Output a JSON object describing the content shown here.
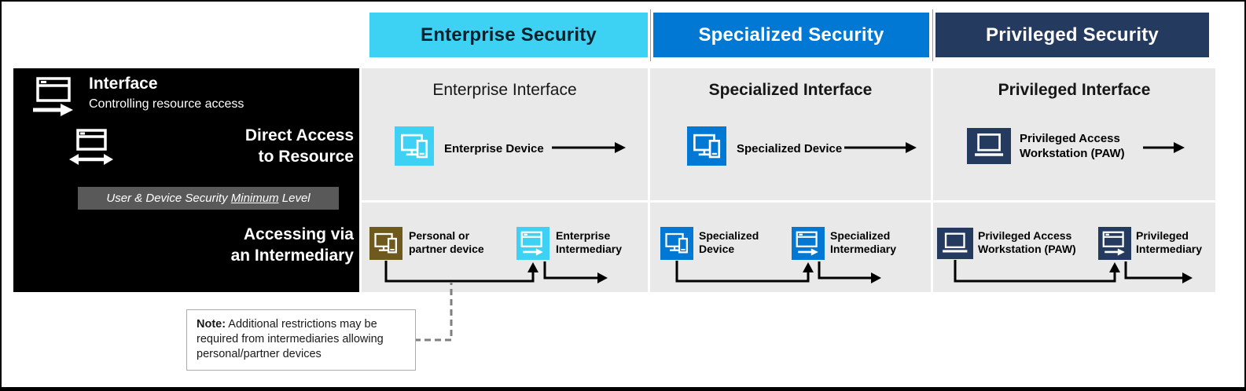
{
  "colors": {
    "enterprise": "#3DD2F4",
    "specialized": "#0078D4",
    "privileged": "#243A5E",
    "personal_device": "#6F5A1E",
    "cell_bg": "#E9E9E9",
    "sidebar_bg": "#000000",
    "minimum_box_bg": "#595959",
    "note_border": "#ABABAB",
    "dashed_line": "#7F7F7F"
  },
  "headers": {
    "enterprise": "Enterprise Security",
    "specialized": "Specialized Security",
    "privileged": "Privileged Security"
  },
  "sidebar": {
    "interface": {
      "title": "Interface",
      "subtitle": "Controlling resource access"
    },
    "direct_access": {
      "line1": "Direct Access",
      "line2": "to Resource"
    },
    "minimum_level": {
      "prefix": "User & Device Security ",
      "underlined": "Minimum",
      "suffix": " Level"
    },
    "intermediary": {
      "line1": "Accessing via",
      "line2": "an Intermediary"
    }
  },
  "direct_row": {
    "enterprise": {
      "interface_label": "Enterprise Interface",
      "device_label": "Enterprise Device"
    },
    "specialized": {
      "interface_label": "Specialized Interface",
      "device_label": "Specialized Device"
    },
    "privileged": {
      "interface_label": "Privileged Interface",
      "device_label": "Privileged Access Workstation (PAW)"
    }
  },
  "intermediary_row": {
    "enterprise": {
      "source_label": "Personal or partner device",
      "intermediary_label": "Enterprise Intermediary"
    },
    "specialized": {
      "source_label": "Specialized Device",
      "intermediary_label": "Specialized Intermediary"
    },
    "privileged": {
      "source_label": "Privileged Access Workstation (PAW)",
      "intermediary_label": "Privileged Intermediary"
    }
  },
  "note": {
    "label": "Note:",
    "text": " Additional restrictions may be required from intermediaries allowing personal/partner devices"
  },
  "icons": {
    "interface": "window-arrow-icon",
    "direct_access": "window-double-arrow-icon",
    "device": "monitor-phone-icon",
    "paw": "laptop-icon",
    "intermediary": "window-arrow-icon"
  }
}
